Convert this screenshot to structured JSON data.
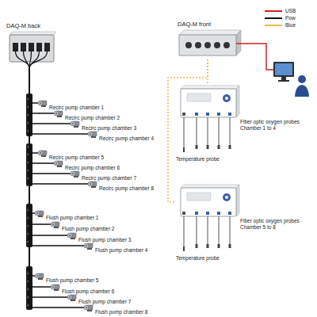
{
  "diagram": {
    "nodes": [
      {
        "text": [
          "DAQ-M back"
        ]
      },
      {
        "text": [
          "DAQ-M front"
        ]
      },
      {
        "text": [
          "Recirc pump chamber 1"
        ]
      },
      {
        "text": [
          "Recirc pump chamber 2"
        ]
      },
      {
        "text": [
          "Recirc pump chamber 3"
        ]
      },
      {
        "text": [
          "Recirc pump chamber 4"
        ]
      },
      {
        "text": [
          "Recirc pump chamber 5"
        ]
      },
      {
        "text": [
          "Recirc pump chamber 6"
        ]
      },
      {
        "text": [
          "Recirc pump chamber 7"
        ]
      },
      {
        "text": [
          "Recirc pump chamber 8"
        ]
      },
      {
        "text": [
          "Flush pump chamber 1"
        ]
      },
      {
        "text": [
          "Flush pump chamber 2"
        ]
      },
      {
        "text": [
          "Flush pump chamber 3"
        ]
      },
      {
        "text": [
          "Flush pump chamber 4"
        ]
      },
      {
        "text": [
          "Flush pump chamber 5"
        ]
      },
      {
        "text": [
          "Flush pump chamber 6"
        ]
      },
      {
        "text": [
          "Flush pump chamber 7"
        ]
      },
      {
        "text": [
          "Flush pump chamber 8"
        ]
      },
      {
        "text": [
          "Fiber optic oxygen probes Chamber 1 to 4",
          "Temperature probe"
        ]
      },
      {
        "text": [
          "Fiber optic oxygen probes Chamber 5 to 8",
          "Temperature probe"
        ]
      }
    ],
    "edges": [
      {
        "from": 0,
        "to": 2,
        "arrow": "none"
      },
      {
        "from": 0,
        "to": 3,
        "arrow": "none"
      },
      {
        "from": 0,
        "to": 4,
        "arrow": "none"
      },
      {
        "from": 0,
        "to": 5,
        "arrow": "none"
      },
      {
        "from": 0,
        "to": 6,
        "arrow": "none"
      },
      {
        "from": 0,
        "to": 7,
        "arrow": "none"
      },
      {
        "from": 0,
        "to": 8,
        "arrow": "none"
      },
      {
        "from": 0,
        "to": 9,
        "arrow": "none"
      },
      {
        "from": 0,
        "to": 10,
        "arrow": "none"
      },
      {
        "from": 0,
        "to": 11,
        "arrow": "none"
      },
      {
        "from": 0,
        "to": 12,
        "arrow": "none"
      },
      {
        "from": 0,
        "to": 13,
        "arrow": "none"
      },
      {
        "from": 0,
        "to": 14,
        "arrow": "none"
      },
      {
        "from": 0,
        "to": 15,
        "arrow": "none"
      },
      {
        "from": 0,
        "to": 16,
        "arrow": "none"
      },
      {
        "from": 0,
        "to": 17,
        "arrow": "none"
      },
      {
        "from": 1,
        "to": 18,
        "arrow": "none"
      },
      {
        "from": 1,
        "to": 19,
        "arrow": "none"
      }
    ],
    "legend": [
      {
        "text": "USB",
        "color": "#d62020"
      },
      {
        "text": "Pow",
        "color": "#111111"
      },
      {
        "text": "Blue",
        "color": "#e8c04a"
      }
    ]
  }
}
